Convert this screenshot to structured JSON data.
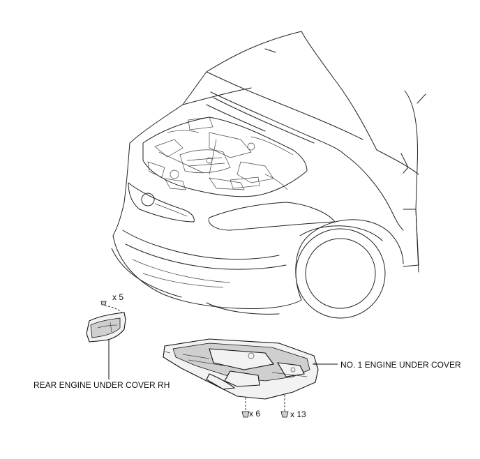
{
  "labels": {
    "rear_cover": "REAR ENGINE UNDER COVER RH",
    "front_cover": "NO. 1 ENGINE UNDER COVER",
    "qty_rear_clips": "x 5",
    "qty_front_clips": "x 6",
    "qty_screws": "x 13"
  }
}
